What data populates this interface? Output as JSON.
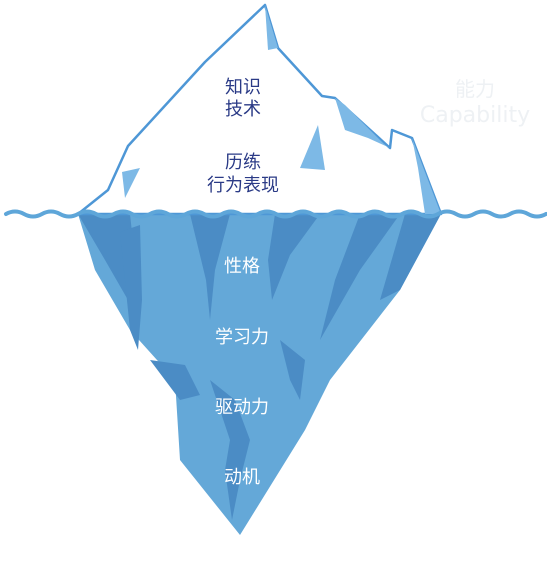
{
  "watermark": {
    "line1": "能力",
    "line2": "Capability"
  },
  "above_water": {
    "group1": {
      "line1": "知识",
      "line2": "技术"
    },
    "group2": {
      "line1": "历练",
      "line2": "行为表现"
    }
  },
  "below_water": {
    "item1": "性格",
    "item2": "学习力",
    "item3": "驱动力",
    "item4": "动机"
  },
  "colors": {
    "outline": "#4e97d6",
    "water_surface": "#5ea6d9",
    "shade_light": "#7db9e6",
    "underwater": "#64a8d8",
    "underwater_dark": "#4b8cc5",
    "above_text": "#2a3a86",
    "below_text": "#ffffff"
  }
}
